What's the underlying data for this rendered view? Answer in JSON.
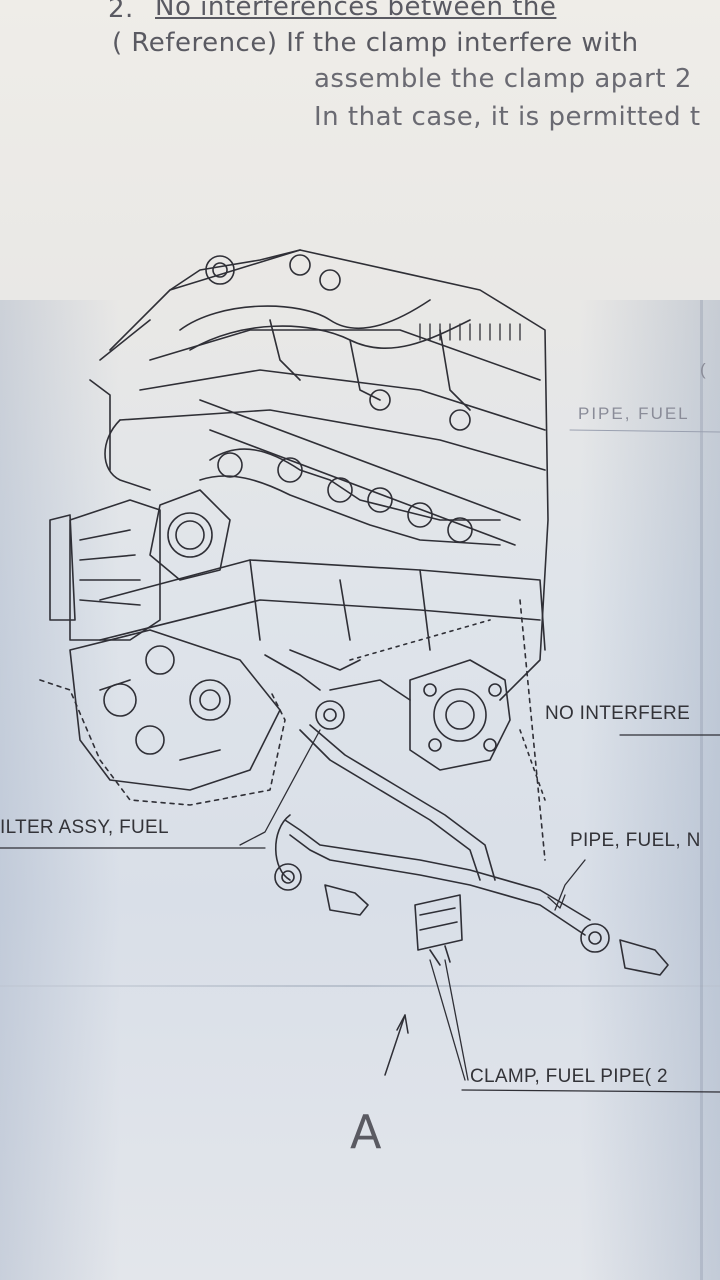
{
  "header": {
    "line1_num": "2.",
    "line1": "No interferences between the",
    "line2": "( Reference)  If the clamp interfere with",
    "line3": "assemble the clamp apart 2",
    "line4": "In that case, it is permitted t"
  },
  "labels": {
    "pipe_fuel_top": "PIPE,  FUEL",
    "paren": "(",
    "no_interference": "NO INTERFERE",
    "filter_assy": "ILTER ASSY, FUEL",
    "pipe_fuel_n": "PIPE, FUEL, N",
    "clamp": "CLAMP, FUEL PIPE( 2",
    "view_a": "A"
  },
  "colors": {
    "ink": "#333338",
    "paper": "#e6e7ea"
  }
}
